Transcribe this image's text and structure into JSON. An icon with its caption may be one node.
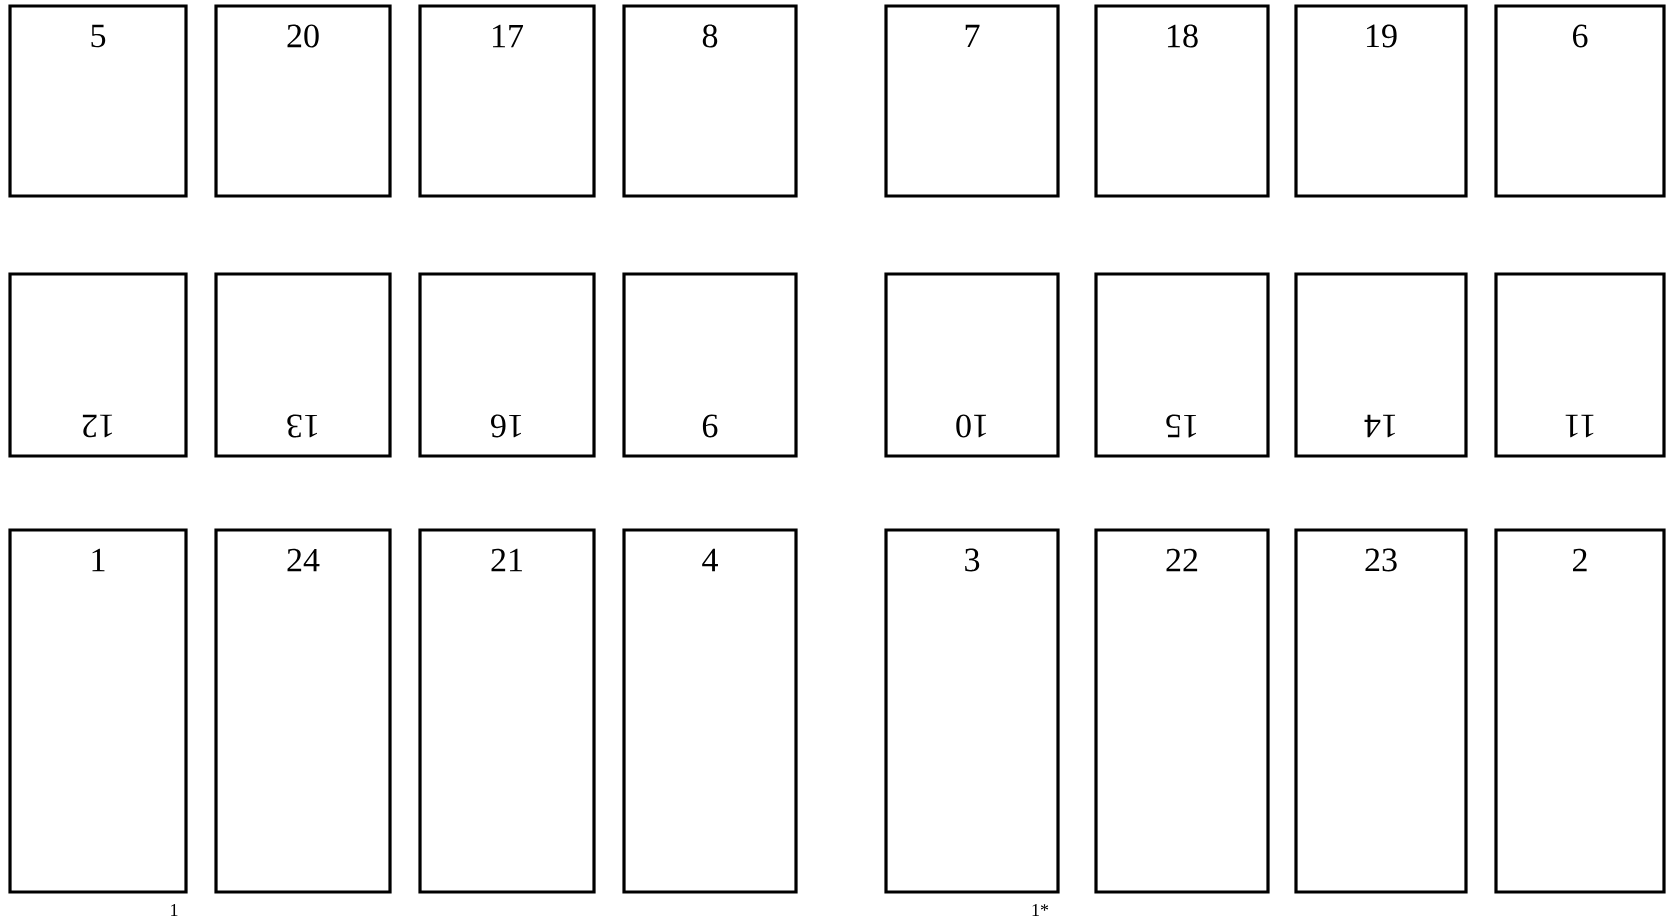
{
  "diagram": {
    "nodes": [
      {
        "text": [
          "5"
        ]
      },
      {
        "text": [
          "20"
        ]
      },
      {
        "text": [
          "17"
        ]
      },
      {
        "text": [
          "8"
        ]
      },
      {
        "text": [
          "7"
        ]
      },
      {
        "text": [
          "18"
        ]
      },
      {
        "text": [
          "19"
        ]
      },
      {
        "text": [
          "6"
        ]
      },
      {
        "text": [
          "12"
        ]
      },
      {
        "text": [
          "13"
        ]
      },
      {
        "text": [
          "16"
        ]
      },
      {
        "text": [
          "9"
        ]
      },
      {
        "text": [
          "10"
        ]
      },
      {
        "text": [
          "15"
        ]
      },
      {
        "text": [
          "14"
        ]
      },
      {
        "text": [
          "11"
        ]
      },
      {
        "text": [
          "1"
        ]
      },
      {
        "text": [
          "24"
        ]
      },
      {
        "text": [
          "21"
        ]
      },
      {
        "text": [
          "4"
        ]
      },
      {
        "text": [
          "3"
        ]
      },
      {
        "text": [
          "22"
        ]
      },
      {
        "text": [
          "23"
        ]
      },
      {
        "text": [
          "2"
        ]
      }
    ],
    "labels": [
      "1",
      "1*"
    ]
  }
}
